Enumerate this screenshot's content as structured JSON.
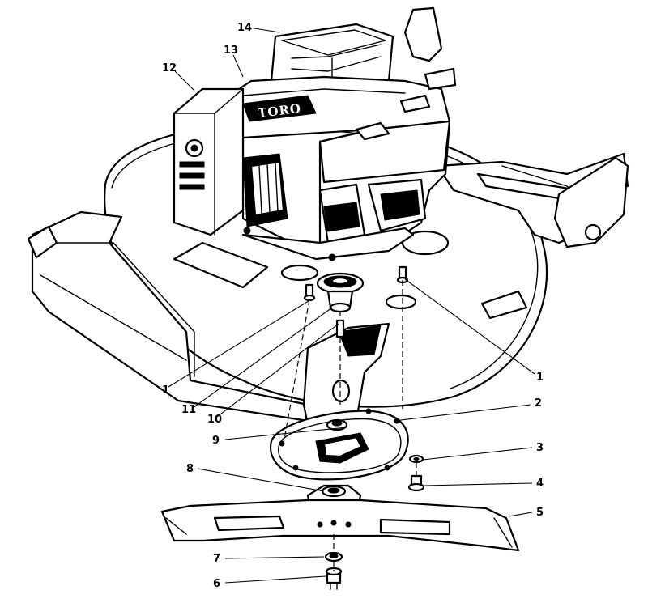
{
  "engine_logo": "TORO",
  "callouts": {
    "c1_left": "1",
    "c1_right": "1",
    "c2": "2",
    "c3": "3",
    "c4": "4",
    "c5": "5",
    "c6": "6",
    "c7": "7",
    "c8": "8",
    "c9": "9",
    "c10": "10",
    "c11": "11",
    "c12": "12",
    "c13": "13",
    "c14": "14"
  }
}
